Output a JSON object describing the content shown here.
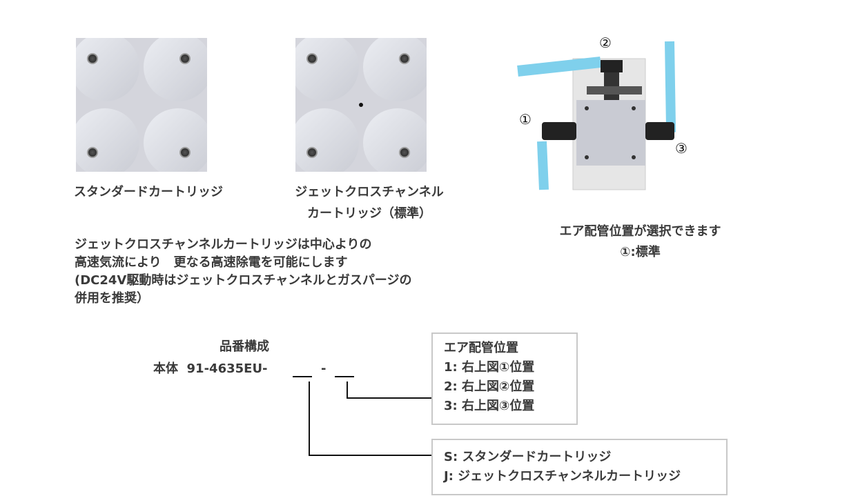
{
  "cartridges": [
    {
      "caption": [
        "スタンダードカートリッジ"
      ],
      "has_center_hole": false
    },
    {
      "caption": [
        "ジェットクロスチャンネル",
        "カートリッジ（標準）"
      ],
      "has_center_hole": true
    }
  ],
  "air_diagram": {
    "markers": [
      "①",
      "②",
      "③"
    ],
    "caption": [
      "エア配管位置が選択できます",
      "①:標準"
    ],
    "tube_color": "#7fd0ec"
  },
  "description": [
    "ジェットクロスチャンネルカートリッジは中心よりの",
    "高速気流により　更なる高速除電を可能にします",
    "(DC24V駆動時はジェットクロスチャンネルとガスパージの",
    "併用を推奨）"
  ],
  "part_number": {
    "title": "品番構成",
    "prefix": "本体  91-4635EU-",
    "separator": "-"
  },
  "air_position_box": {
    "title": "エア配管位置",
    "items": [
      "1: 右上図①位置",
      "2: 右上図②位置",
      "3: 右上図③位置"
    ]
  },
  "cartridge_box": {
    "items": [
      "S: スタンダードカートリッジ",
      "J: ジェットクロスチャンネルカートリッジ"
    ]
  }
}
